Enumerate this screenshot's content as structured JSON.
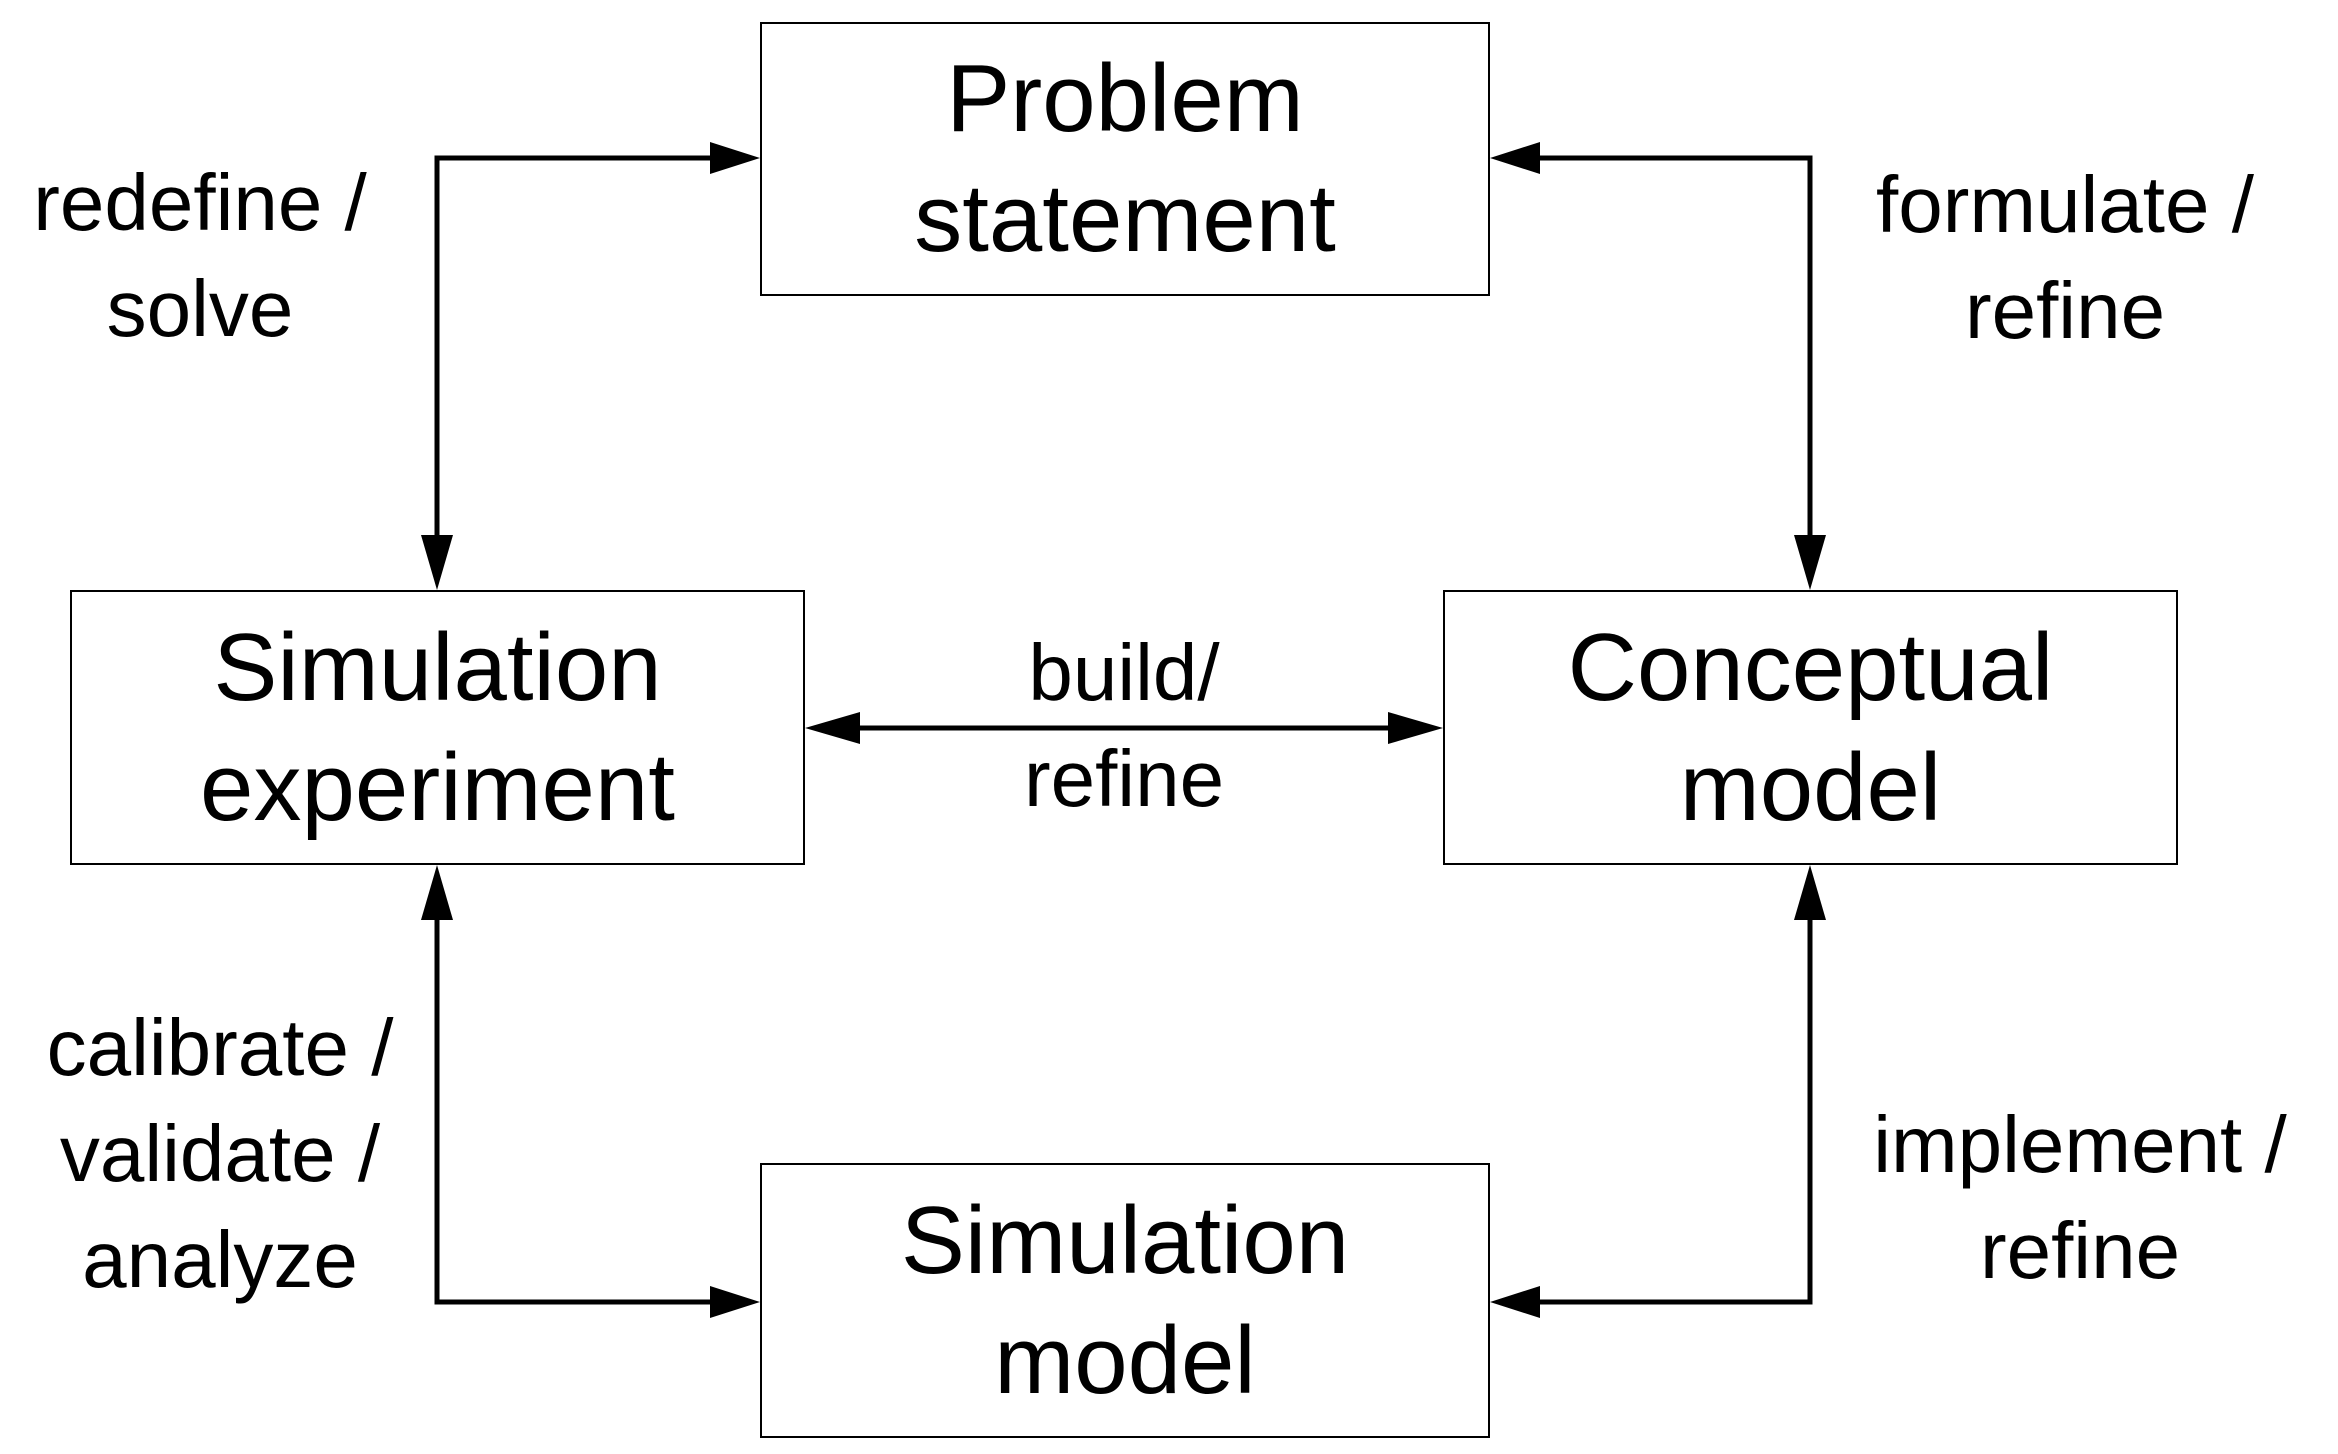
{
  "nodes": {
    "problem_statement": {
      "line1": "Problem",
      "line2": "statement"
    },
    "simulation_experiment": {
      "line1": "Simulation",
      "line2": "experiment"
    },
    "conceptual_model": {
      "line1": "Conceptual",
      "line2": "model"
    },
    "simulation_model": {
      "line1": "Simulation",
      "line2": "model"
    }
  },
  "edges": {
    "redefine_solve": {
      "line1": "redefine /",
      "line2": "solve"
    },
    "formulate_refine": {
      "line1": "formulate /",
      "line2": "refine"
    },
    "build_refine": {
      "line1": "build/",
      "line2": "refine"
    },
    "calibrate_validate_analyze": {
      "line1": "calibrate /",
      "line2": "validate /",
      "line3": "analyze"
    },
    "implement_refine": {
      "line1": "implement /",
      "line2": "refine"
    }
  },
  "colors": {
    "stroke": "#000000",
    "background": "#ffffff"
  }
}
